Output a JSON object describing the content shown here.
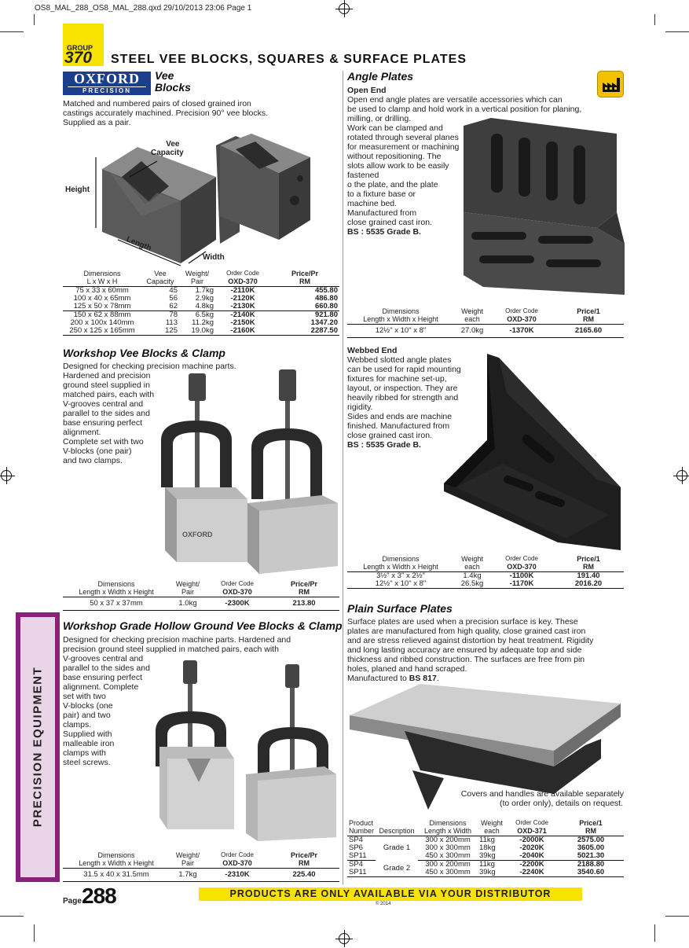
{
  "slug": "OS8_MAL_288_OS8_MAL_288.qxd  29/10/2013  23:06  Page 1",
  "group": {
    "label": "GROUP",
    "number": "370"
  },
  "main_title": "STEEL VEE BLOCKS, SQUARES & SURFACE PLATES",
  "logo": {
    "name": "OXFORD",
    "sub": "PRECISION"
  },
  "vee_blocks": {
    "title_line1": "Vee",
    "title_line2": "Blocks",
    "desc": [
      "Matched and numbered pairs of closed grained iron",
      "castings accurately machined. Precision 90° vee blocks.",
      "Supplied as a pair."
    ],
    "labels": {
      "vee_capacity_1": "Vee",
      "vee_capacity_2": "Capacity",
      "height": "Height",
      "length": "Length",
      "width": "Width"
    },
    "headers": {
      "dim1": "Dimensions",
      "dim2": "L x W x H",
      "cap1": "Vee",
      "cap2": "Capacity",
      "wt1": "Weight/",
      "wt2": "Pair",
      "oc1": "Order Code",
      "oc2": "OXD-370",
      "pr1": "Price/Pr",
      "pr2": "RM"
    },
    "rows": [
      [
        "75 x 33 x 60mm",
        "45",
        "1.7kg",
        "-2110K",
        "455.80"
      ],
      [
        "100 x 40 x 65mm",
        "56",
        "2.9kg",
        "-2120K",
        "486.80"
      ],
      [
        "125 x 50 x 78mm",
        "62",
        "4.8kg",
        "-2130K",
        "660.80"
      ],
      [
        "150 x 62 x 88mm",
        "78",
        "6.5kg",
        "-2140K",
        "921.80"
      ],
      [
        "200 x 100x 140mm",
        "113",
        "11.2kg",
        "-2150K",
        "1347.20"
      ],
      [
        "250 x 125 x 165mm",
        "125",
        "19.0kg",
        "-2160K",
        "2287.50"
      ]
    ]
  },
  "workshop_vee": {
    "title": "Workshop Vee Blocks & Clamp",
    "desc": [
      "Designed for checking precision machine parts.",
      "Hardened and precision",
      "ground steel supplied in",
      "matched pairs, each with",
      "V-grooves central and",
      "parallel to the sides and",
      "base ensuring perfect",
      "alignment.",
      "Complete set with two",
      "V-blocks (one pair)",
      "and two clamps."
    ],
    "headers": {
      "dim1": "Dimensions",
      "dim2": "Length x Width x Height",
      "wt1": "Weight/",
      "wt2": "Pair",
      "oc1": "Order Code",
      "oc2": "OXD-370",
      "pr1": "Price/Pr",
      "pr2": "RM"
    },
    "rows": [
      [
        "50 x 37 x 37mm",
        "1.0kg",
        "-2300K",
        "213.80"
      ]
    ],
    "block_text": "OXFORD"
  },
  "hollow_vee": {
    "title": "Workshop Grade Hollow Ground Vee Blocks & Clamp",
    "desc_full": [
      "Designed for checking precision machine parts. Hardened and",
      "precision ground steel supplied in matched pairs, each with"
    ],
    "desc": [
      "V-grooves central and",
      "parallel to the sides and",
      "base ensuring perfect",
      "alignment. Complete",
      "set with two",
      "V-blocks (one",
      "pair) and two",
      "clamps.",
      "Supplied with",
      "malleable iron",
      "clamps with",
      "steel screws."
    ],
    "headers": {
      "dim1": "Dimensions",
      "dim2": "Length x Width x Height",
      "wt1": "Weight/",
      "wt2": "Pair",
      "oc1": "Order Code",
      "oc2": "OXD-370",
      "pr1": "Price/Pr",
      "pr2": "RM"
    },
    "rows": [
      [
        "31.5 x 40 x 31.5mm",
        "1.7kg",
        "-2310K",
        "225.40"
      ]
    ]
  },
  "angle_plates": {
    "title": "Angle Plates",
    "open_end": {
      "subtitle": "Open End",
      "desc": [
        "Open end angle plates are versatile accessories which can",
        "be used to clamp and hold work in a vertical position for planing,",
        "milling, or drilling.",
        "Work can be clamped and",
        "rotated through several planes",
        "for measurement or machining",
        "without repositioning. The",
        "slots allow work to be easily",
        "fastened",
        "o the plate, and the plate",
        "to a fixture base or",
        "machine bed.",
        "Manufactured from",
        "close grained cast iron."
      ],
      "standard": "BS : 5535 Grade B.",
      "headers": {
        "dim1": "Dimensions",
        "dim2": "Length x Width x Height",
        "wt1": "Weight",
        "wt2": "each",
        "oc1": "Order Code",
        "oc2": "OXD-370",
        "pr1": "Price/1",
        "pr2": "RM"
      },
      "rows": [
        [
          "12½\" x 10\" x 8\"",
          "27.0kg",
          "-1370K",
          "2165.60"
        ]
      ]
    },
    "webbed_end": {
      "subtitle": "Webbed End",
      "desc": [
        "Webbed slotted angle plates",
        "can be used for rapid mounting",
        "fixtures for machine set-up,",
        "layout, or inspection. They are",
        "heavily ribbed for strength and",
        "rigidity.",
        "Sides and ends are machine",
        "finished. Manufactured from",
        "close grained cast iron."
      ],
      "standard": "BS : 5535 Grade B.",
      "headers": {
        "dim1": "Dimensions",
        "dim2": "Length x Width x Height",
        "wt1": "Weight",
        "wt2": "each",
        "oc1": "Order Code",
        "oc2": "OXD-370",
        "pr1": "Price/1",
        "pr2": "RM"
      },
      "rows": [
        [
          "3½\" x 3\" x 2½\"",
          "1.4kg",
          "-1100K",
          "191.40"
        ],
        [
          "12½\" x 10\" x 8\"",
          "26.5kg",
          "-1170K",
          "2016.20"
        ]
      ]
    }
  },
  "surface_plates": {
    "title": "Plain Surface Plates",
    "desc": [
      "Surface plates are used when a precision surface is key. These",
      "plates are manufactured from high quality, close grained cast iron",
      "and are stress relieved against distortion by heat treatment. Rigidity",
      "and long lasting accuracy are ensured by adequate top and side",
      "thickness and ribbed construction. The surfaces are free from pin",
      "holes, planed and hand scraped."
    ],
    "manufactured_prefix": "Manufactured to ",
    "manufactured_std": "BS 817",
    "manufactured_suffix": ".",
    "note": [
      "Covers and handles are available separately",
      "(to order only), details on request."
    ],
    "headers": {
      "prod1": "Product",
      "prod2": "Number",
      "desc": "Description",
      "dim1": "Dimensions",
      "dim2": "Length x Width",
      "wt1": "Weight",
      "wt2": "each",
      "oc1": "Order Code",
      "oc2": "OXD-371",
      "pr1": "Price/1",
      "pr2": "RM"
    },
    "grade1": "Grade 1",
    "grade2": "Grade 2",
    "rows": [
      [
        "SP4",
        "300 x 200mm",
        "11kg",
        "-2000K",
        "2575.00"
      ],
      [
        "SP6",
        "300 x 300mm",
        "18kg",
        "-2020K",
        "3605.00"
      ],
      [
        "SP11",
        "450 x 300mm",
        "39kg",
        "-2040K",
        "5021.30"
      ],
      [
        "SP4",
        "300 x 200mm",
        "11kg",
        "-2200K",
        "2188.80"
      ],
      [
        "SP11",
        "450 x 300mm",
        "39kg",
        "-2240K",
        "3540.60"
      ]
    ]
  },
  "sidebar": "PRECISION EQUIPMENT",
  "footer": {
    "page_label": "Page",
    "page_number": "288",
    "distributor": "PRODUCTS ARE ONLY AVAILABLE VIA YOUR DISTRIBUTOR",
    "copyright": "© 2014"
  },
  "colors": {
    "group_yellow": "#f7e200",
    "sidebar_purple": "#8b1f7c",
    "oxford_blue": "#1c3f8d"
  }
}
